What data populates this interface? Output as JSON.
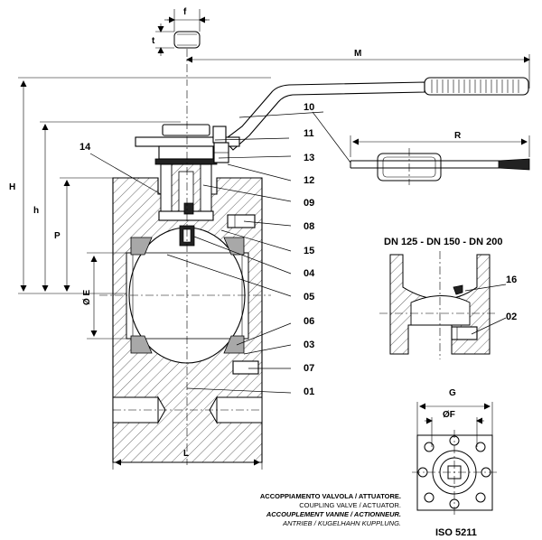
{
  "dimensions": {
    "f": "f",
    "t": "t",
    "M": "M",
    "H": "H",
    "h": "h",
    "P": "P",
    "E": "Ø E",
    "L": "L",
    "R": "R",
    "G": "G",
    "F": "ØF"
  },
  "callouts": {
    "c10": "10",
    "c11": "11",
    "c13": "13",
    "c12": "12",
    "c09": "09",
    "c08": "08",
    "c15": "15",
    "c04": "04",
    "c05": "05",
    "c06": "06",
    "c03": "03",
    "c07": "07",
    "c01": "01",
    "c14": "14",
    "c16": "16",
    "c02": "02"
  },
  "detail_title": "DN 125 - DN 150 - DN 200",
  "flange_label": "ISO 5211",
  "caption": {
    "line1": "ACCOPPIAMENTO VALVOLA / ATTUATORE.",
    "line2": "COUPLING VALVE / ACTUATOR.",
    "line3": "ACCOUPLEMENT VANNE / ACTIONNEUR.",
    "line4": "ANTRIEB / KUGELHAHN KUPPLUNG."
  }
}
